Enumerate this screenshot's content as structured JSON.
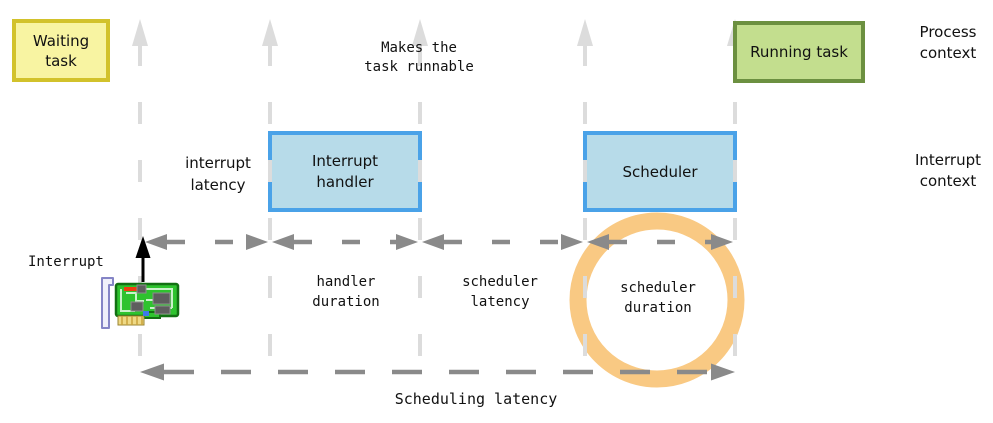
{
  "boxes": {
    "waiting_task": "Waiting\ntask",
    "running_task": "Running task",
    "interrupt_handler": "Interrupt\nhandler",
    "scheduler": "Scheduler"
  },
  "annotations": {
    "makes_task_runnable": "Makes the\ntask runnable",
    "process_context": "Process\ncontext",
    "interrupt_context": "Interrupt\ncontext",
    "interrupt_latency": "interrupt\nlatency",
    "handler_duration": "handler\nduration",
    "scheduler_latency": "scheduler\nlatency",
    "scheduler_duration": "scheduler\nduration",
    "interrupt_source": "Interrupt",
    "scheduling_latency": "Scheduling latency"
  },
  "icons": {
    "network_card": "network-card-icon",
    "timeline_up_arrow": "up-arrow-icon",
    "interrupt_up_arrow": "black-up-arrow-icon"
  },
  "colors": {
    "waiting_fill": "#F8F4A2",
    "waiting_border": "#D2C22B",
    "running_fill": "#C3DE8E",
    "running_border": "#6C9040",
    "handler_fill": "#B7DBE9",
    "handler_border": "#4AA2E8",
    "timeline_gray": "#DCDCDC",
    "arrow_gray": "#8A8A8A",
    "highlight_orange": "#F9C983",
    "interrupt_black": "#000000",
    "text": "#111111"
  }
}
